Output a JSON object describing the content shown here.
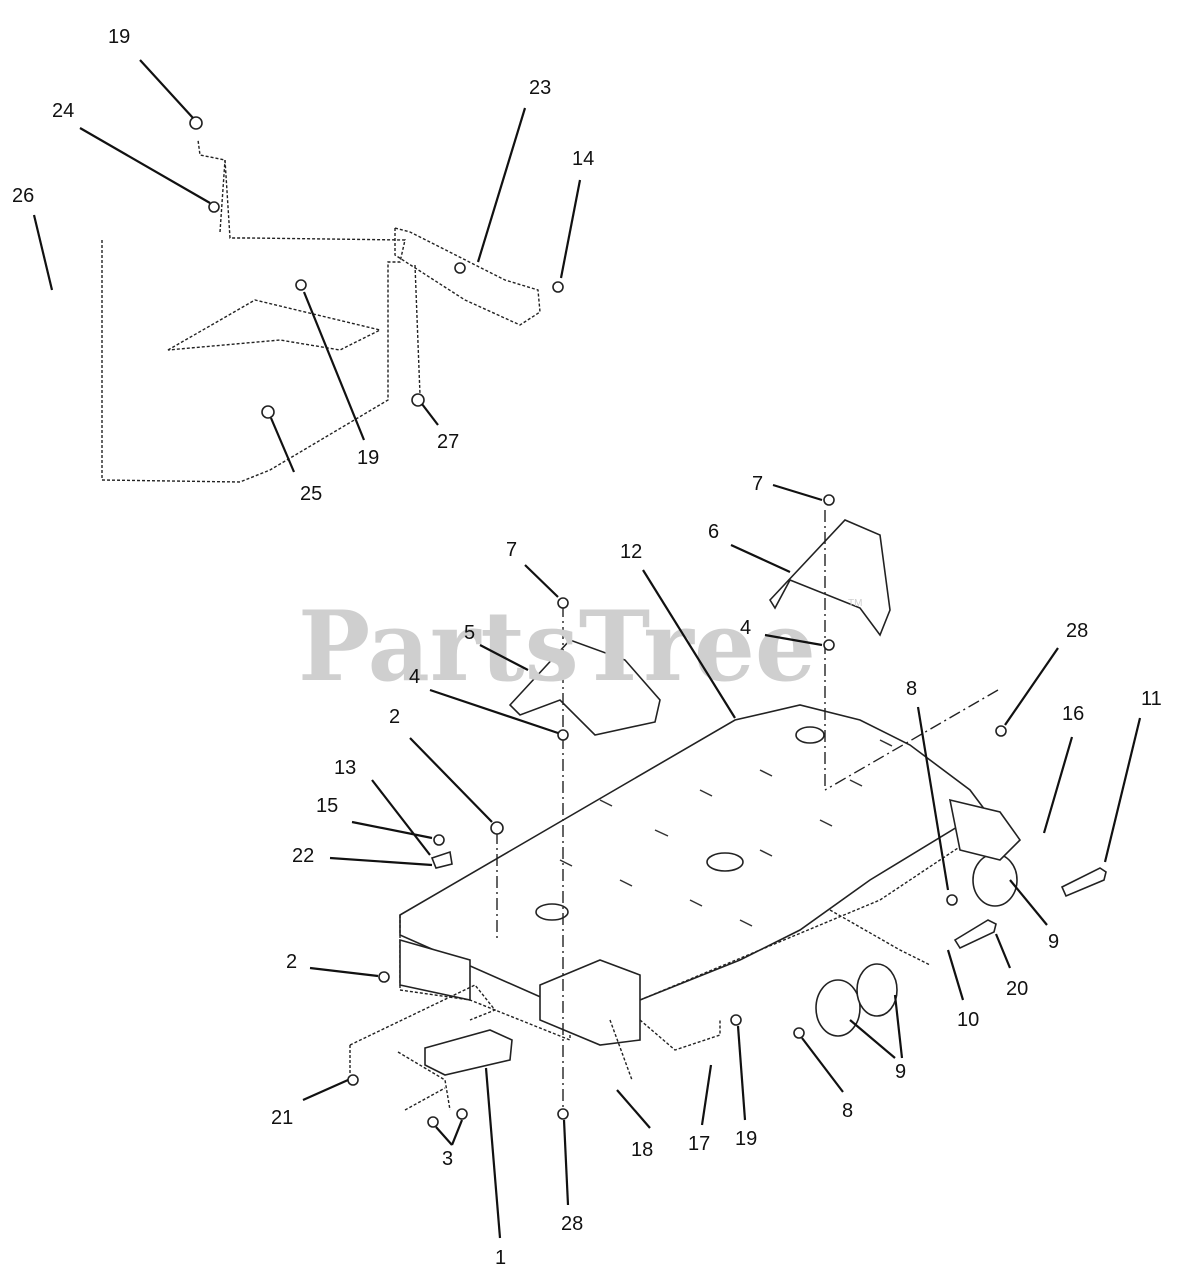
{
  "watermark": {
    "text": "PartsTree",
    "trademark": "TM"
  },
  "callouts": {
    "c19a": "19",
    "c24": "24",
    "c26": "26",
    "c23": "23",
    "c14": "14",
    "c19b": "19",
    "c27": "27",
    "c25": "25",
    "c7a": "7",
    "c6": "6",
    "c7b": "7",
    "c12": "12",
    "c5": "5",
    "c4a": "4",
    "c28a": "28",
    "c8a": "8",
    "c16": "16",
    "c11": "11",
    "c4b": "4",
    "c2a": "2",
    "c13": "13",
    "c15": "15",
    "c22": "22",
    "c9a": "9",
    "c20": "20",
    "c10": "10",
    "c2b": "2",
    "c9b": "9",
    "c21": "21",
    "c8b": "8",
    "c3": "3",
    "c18": "18",
    "c17": "17",
    "c19c": "19",
    "c28b": "28",
    "c1": "1"
  }
}
